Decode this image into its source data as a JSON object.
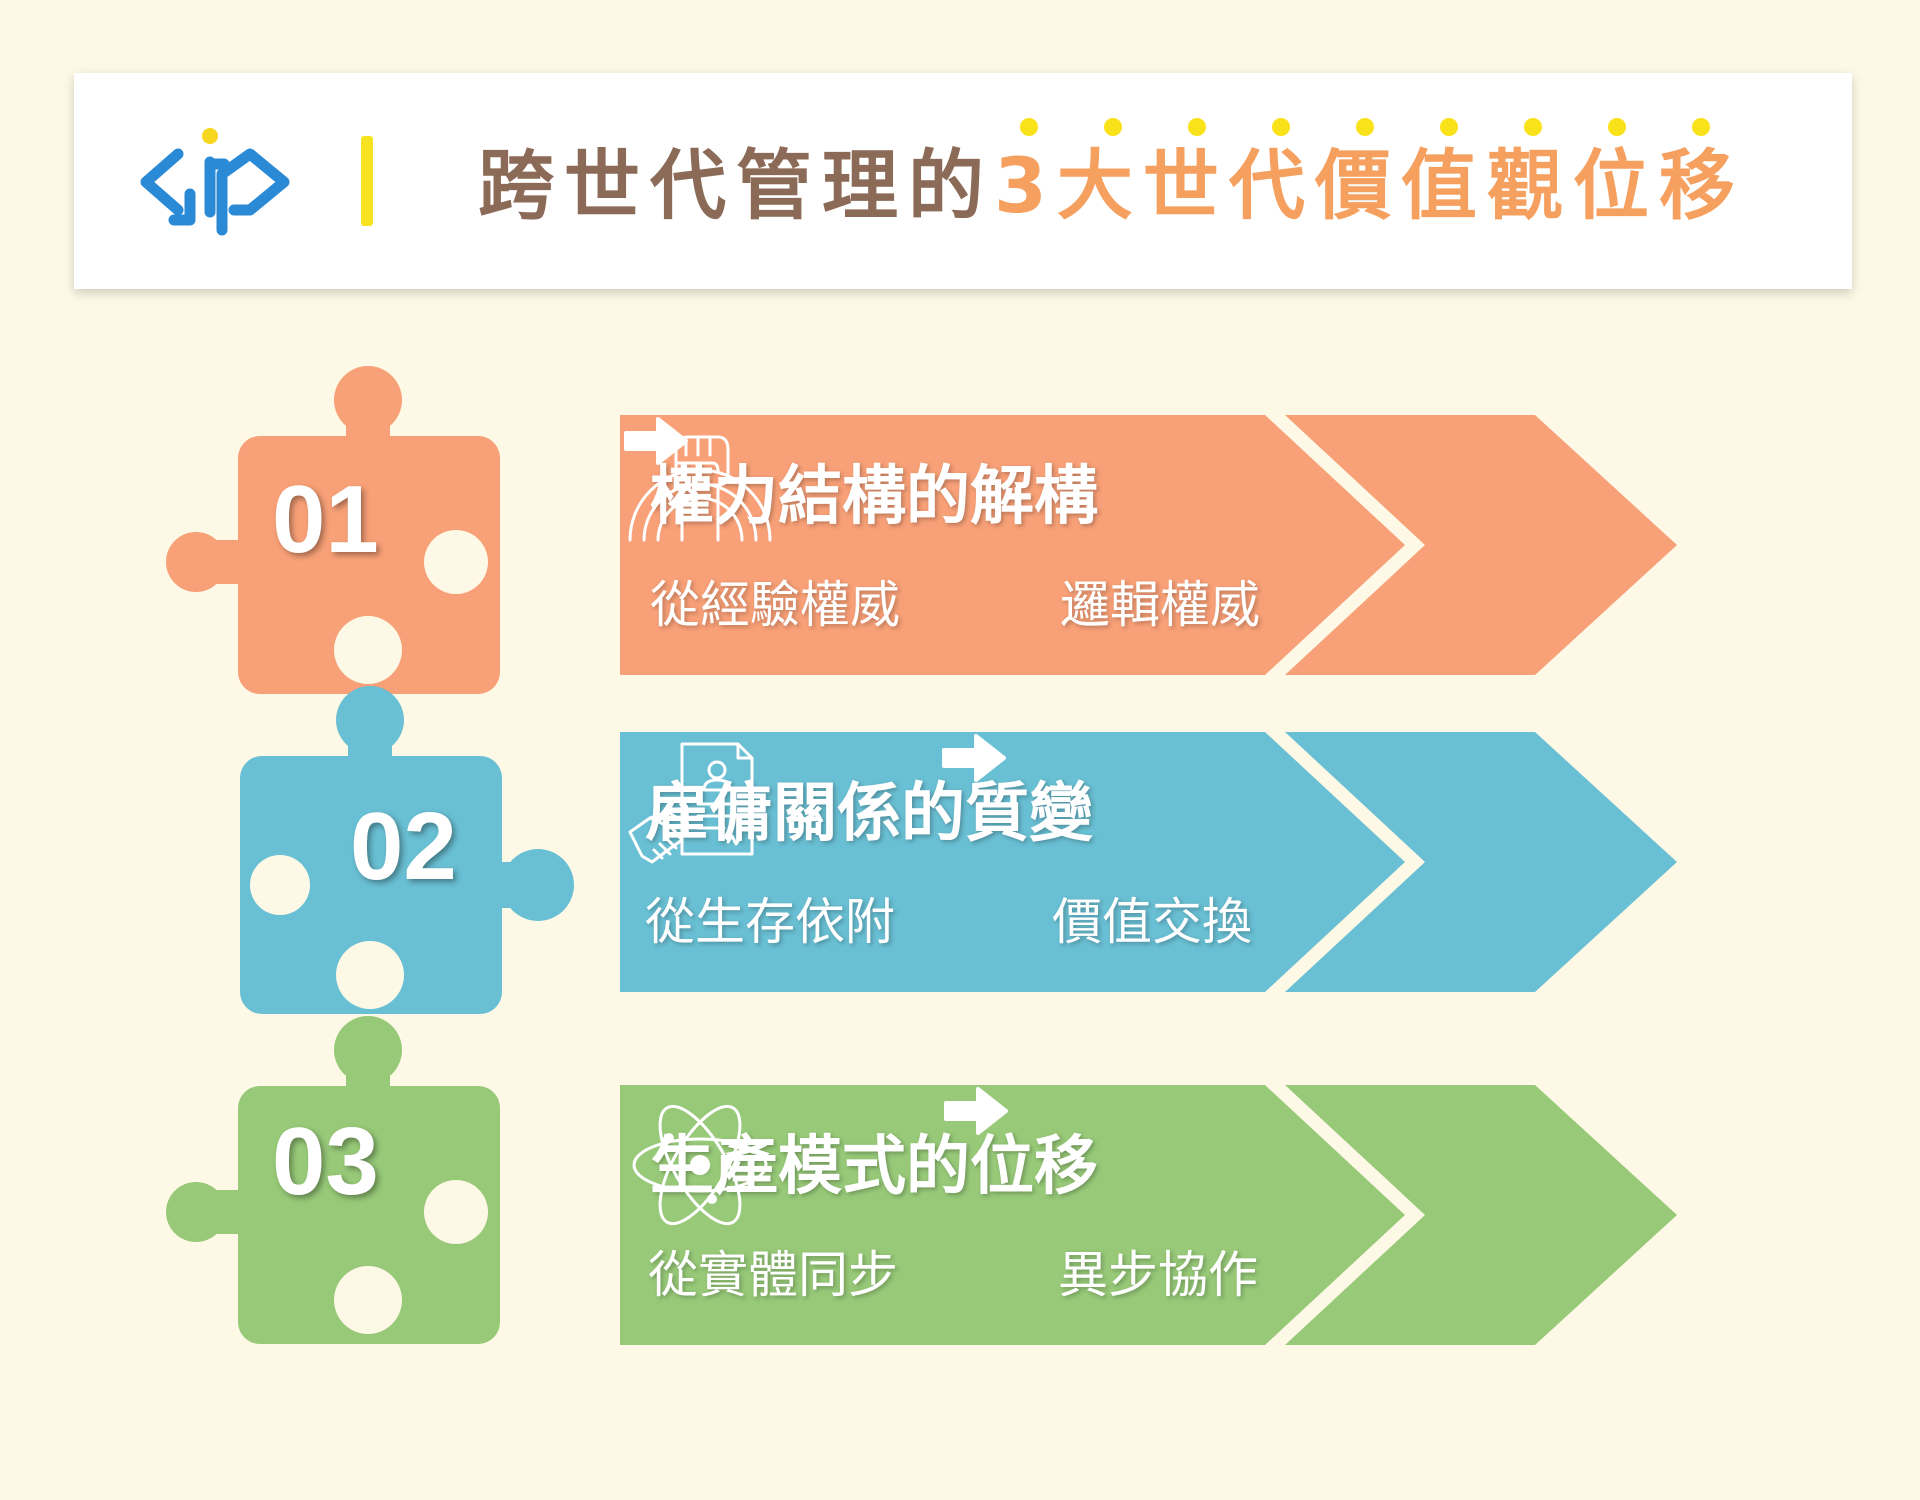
{
  "header": {
    "logo_icon": "dp-logo-icon",
    "title_main": "跨世代管理的",
    "title_highlight": "3大世代價值觀位移",
    "dot_count": 9
  },
  "colors": {
    "background": "#fdf9e6",
    "title_brown": "#8b6b57",
    "title_orange": "#f5a05f",
    "accent_yellow": "#f7e31f",
    "logo_blue": "#2a8ad6",
    "orange": "#f8a077",
    "blue": "#69bfd3",
    "green": "#97c978"
  },
  "items": [
    {
      "number": "01",
      "title": "權力結構的解構",
      "from": "從經驗權威",
      "to": "邏輯權威",
      "icon": "raised-fist-rainbow-icon"
    },
    {
      "number": "02",
      "title": "雇傭關係的質變",
      "from": "從生存依附",
      "to": "價值交換",
      "icon": "handshake-contract-icon"
    },
    {
      "number": "03",
      "title": "生產模式的位移",
      "from": "從實體同步",
      "to": "異步協作",
      "icon": "atom-icon"
    }
  ]
}
